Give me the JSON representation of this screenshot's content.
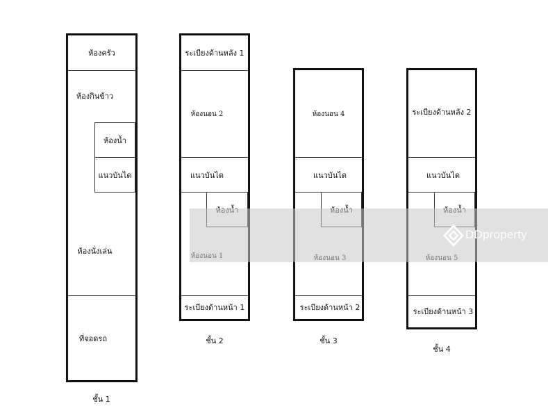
{
  "floors": [
    {
      "label": "ชั้น 1",
      "rooms": [
        "ห้องครัว",
        "ห้องกินข้าว",
        "ห้องน้ำ",
        "แนวบันได",
        "ห้องนั่งเล่น",
        "ที่จอดรถ"
      ]
    },
    {
      "label": "ชั้น 2",
      "rooms": [
        "ระเบียงด้านหลัง 1",
        "ห้องนอน 2",
        "แนวบันได",
        "ห้องน้ำ",
        "ห้องนอน 1",
        "ระเบียงด้านหน้า 1"
      ]
    },
    {
      "label": "ชั้น 3",
      "rooms": [
        "ห้องนอน 4",
        "แนวบันได",
        "ห้องน้ำ",
        "ห้องนอน 3",
        "ระเบียงด้านหน้า 2"
      ]
    },
    {
      "label": "ชั้น 4",
      "rooms": [
        "ระเบียงด้านหลัง 2",
        "แนวบันได",
        "ห้องน้ำ",
        "ห้องนอน 5",
        "ระเบียงด้านหน้า 3"
      ]
    }
  ],
  "watermark": {
    "brand": "DDproperty",
    "logo_icon": "dd-diamond-logo-icon"
  }
}
